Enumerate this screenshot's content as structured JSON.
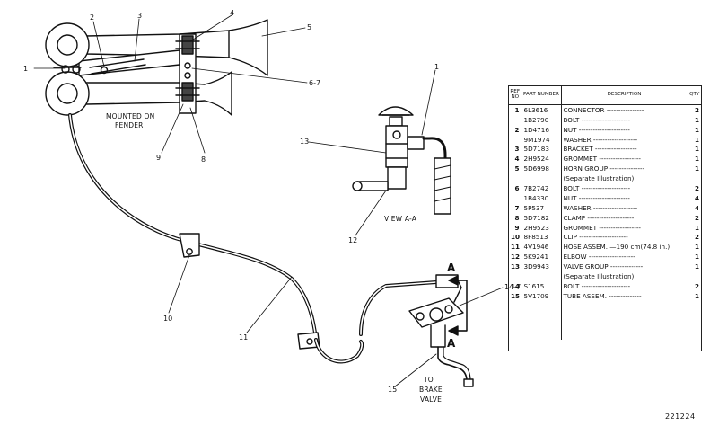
{
  "figure": {
    "caption_mounted": "MOUNTED ON",
    "caption_fender": "FENDER",
    "caption_view": "VIEW A-A",
    "caption_to": "TO",
    "caption_brake": "BRAKE",
    "caption_valve": "VALVE",
    "section_marker": "A",
    "figure_id": "221224"
  },
  "callouts": {
    "c1a": "1",
    "c2": "2",
    "c3": "3",
    "c4": "4",
    "c5": "5",
    "c6_7": "6-7",
    "c9": "9",
    "c8": "8",
    "c1b": "1",
    "c13": "13",
    "c12": "12",
    "c10": "10",
    "c11": "11",
    "c14_7": "14-7",
    "c15": "15"
  },
  "parts_table": {
    "headers": {
      "ref": "REF NO",
      "part": "PART NUMBER",
      "desc": "DESCRIPTION",
      "qty": "QTY"
    },
    "rows": [
      {
        "ref": "1",
        "part": "6L3616",
        "desc": "CONNECTOR ----------------",
        "qty": "2"
      },
      {
        "ref": "",
        "part": "1B2790",
        "desc": "BOLT ---------------------",
        "qty": "1"
      },
      {
        "ref": "2",
        "part": "1D4716",
        "desc": "NUT ----------------------",
        "qty": "1"
      },
      {
        "ref": "",
        "part": "9M1974",
        "desc": "WASHER -------------------",
        "qty": "1"
      },
      {
        "ref": "3",
        "part": "5D7183",
        "desc": "BRACKET ------------------",
        "qty": "1"
      },
      {
        "ref": "4",
        "part": "2H9524",
        "desc": "GROMMET ------------------",
        "qty": "1"
      },
      {
        "ref": "5",
        "part": "5D6998",
        "desc": "HORN GROUP ---------------",
        "qty": "1"
      },
      {
        "ref": "",
        "part": "",
        "desc": "(Separate Illustration)",
        "qty": ""
      },
      {
        "ref": "6",
        "part": "7B2742",
        "desc": "BOLT ---------------------",
        "qty": "2"
      },
      {
        "ref": "",
        "part": "1B4330",
        "desc": "NUT ----------------------",
        "qty": "4"
      },
      {
        "ref": "7",
        "part": "5P537",
        "desc": "WASHER -------------------",
        "qty": "4"
      },
      {
        "ref": "8",
        "part": "5D7182",
        "desc": "CLAMP --------------------",
        "qty": "2"
      },
      {
        "ref": "9",
        "part": "2H9523",
        "desc": "GROMMET ------------------",
        "qty": "1"
      },
      {
        "ref": "10",
        "part": "8F8513",
        "desc": "CLIP ---------------------",
        "qty": "2"
      },
      {
        "ref": "11",
        "part": "4V1946",
        "desc": "HOSE ASSEM. —190 cm(74.8 in.)",
        "qty": "1"
      },
      {
        "ref": "12",
        "part": "5K9241",
        "desc": "ELBOW --------------------",
        "qty": "1"
      },
      {
        "ref": "13",
        "part": "3D9943",
        "desc": "VALVE GROUP --------------",
        "qty": "1"
      },
      {
        "ref": "",
        "part": "",
        "desc": "(Separate Illustration)",
        "qty": ""
      },
      {
        "ref": "14",
        "part": "S1615",
        "desc": "BOLT ---------------------",
        "qty": "2"
      },
      {
        "ref": "15",
        "part": "5V1709",
        "desc": "TUBE ASSEM. --------------",
        "qty": "1"
      },
      {
        "ref": "",
        "part": "",
        "desc": "",
        "qty": ""
      },
      {
        "ref": "",
        "part": "",
        "desc": "",
        "qty": ""
      },
      {
        "ref": "",
        "part": "",
        "desc": "",
        "qty": ""
      },
      {
        "ref": "",
        "part": "",
        "desc": "",
        "qty": ""
      }
    ]
  }
}
